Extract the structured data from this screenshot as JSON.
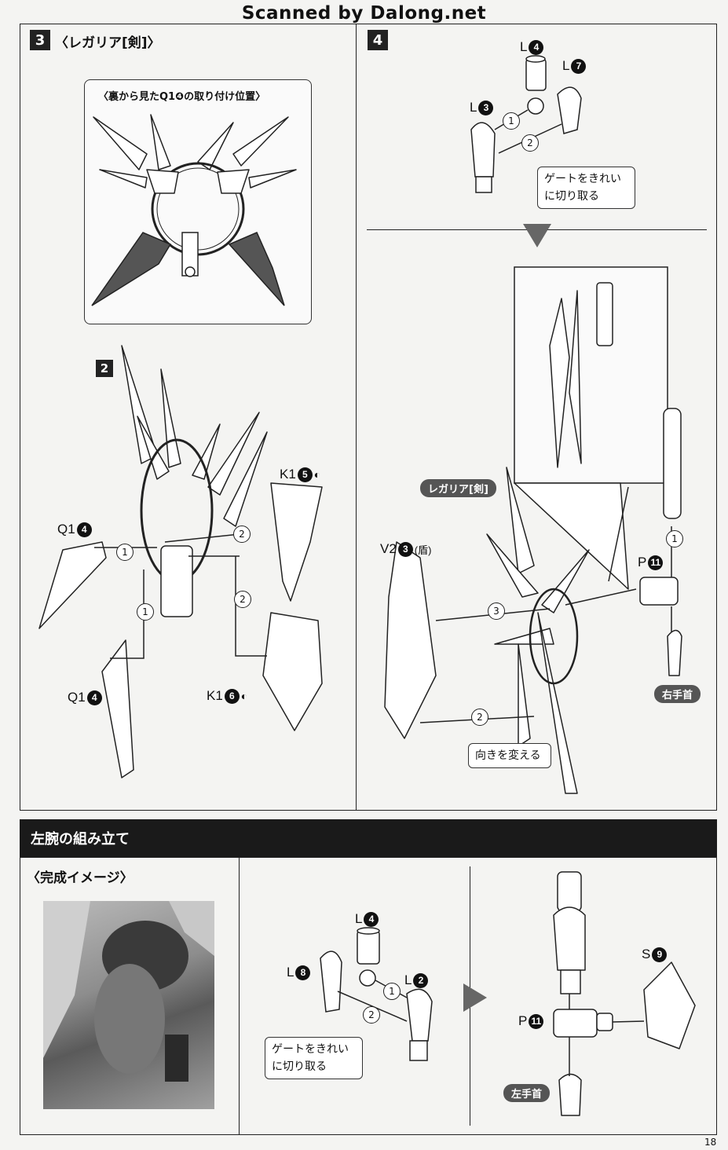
{
  "watermark": "Scanned by Dalong.net",
  "step3": {
    "num": "3",
    "title": "〈レガリア[剣]〉",
    "inset_caption": "〈裏から見たQ1❹の取り付け位置〉",
    "substep": "2",
    "parts": {
      "q1_top": {
        "name": "Q1",
        "num": "4"
      },
      "q1_bottom": {
        "name": "Q1",
        "num": "4"
      },
      "k1_top": {
        "name": "K1",
        "num": "5"
      },
      "k1_bottom": {
        "name": "K1",
        "num": "6"
      }
    },
    "seq": [
      "1",
      "2",
      "1",
      "2"
    ]
  },
  "step4": {
    "num": "4",
    "parts": {
      "l4": {
        "name": "L",
        "num": "4"
      },
      "l7": {
        "name": "L",
        "num": "7"
      },
      "l3": {
        "name": "L",
        "num": "3"
      },
      "p11": {
        "name": "P",
        "num": "11"
      },
      "v2": {
        "name": "V2",
        "num": "3",
        "suffix": "(盾)"
      }
    },
    "note_gate": "ゲートをきれい\nに切り取る",
    "pill_regalia": "レガリア[剣]",
    "pill_right_wrist": "右手首",
    "note_direction": "向きを変える",
    "seq": [
      "1",
      "2",
      "1",
      "3",
      "2"
    ]
  },
  "left_arm": {
    "banner": "左腕の組み立て",
    "completed_title": "〈完成イメージ〉",
    "parts": {
      "l4": {
        "name": "L",
        "num": "4"
      },
      "l8": {
        "name": "L",
        "num": "8"
      },
      "l2": {
        "name": "L",
        "num": "2"
      },
      "p11": {
        "name": "P",
        "num": "11"
      },
      "s9": {
        "name": "S",
        "num": "9"
      }
    },
    "note_gate": "ゲートをきれい\nに切り取る",
    "pill_left_wrist": "左手首",
    "seq": [
      "1",
      "2"
    ]
  },
  "page_number": "18",
  "colors": {
    "ink": "#111111",
    "paper": "#f4f4f2",
    "banner": "#1a1a1a",
    "pill": "#555555"
  }
}
